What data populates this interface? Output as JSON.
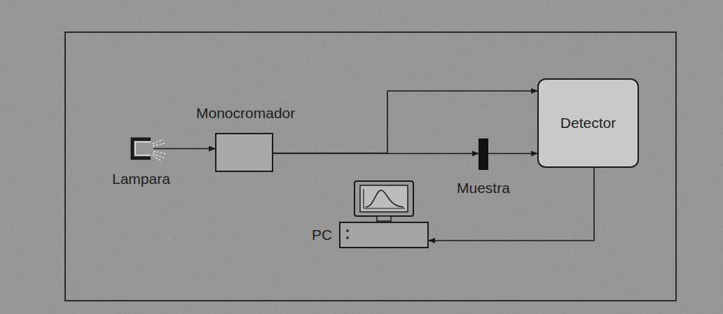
{
  "diagram": {
    "nodes": [
      {
        "text": [
          "Lampara"
        ]
      },
      {
        "text": [
          "Monocromador"
        ]
      },
      {
        "text": [
          "Muestra"
        ]
      },
      {
        "text": [
          "Detector"
        ]
      },
      {
        "text": [
          "PC"
        ]
      }
    ],
    "edges": [
      {
        "from": 0,
        "to": 1,
        "arrow": "to"
      },
      {
        "from": 1,
        "to": 2,
        "arrow": "to"
      },
      {
        "from": 2,
        "to": 3,
        "arrow": "to"
      },
      {
        "from": 1,
        "to": 3,
        "arrow": "to"
      },
      {
        "from": 3,
        "to": 4,
        "arrow": "to"
      }
    ]
  }
}
